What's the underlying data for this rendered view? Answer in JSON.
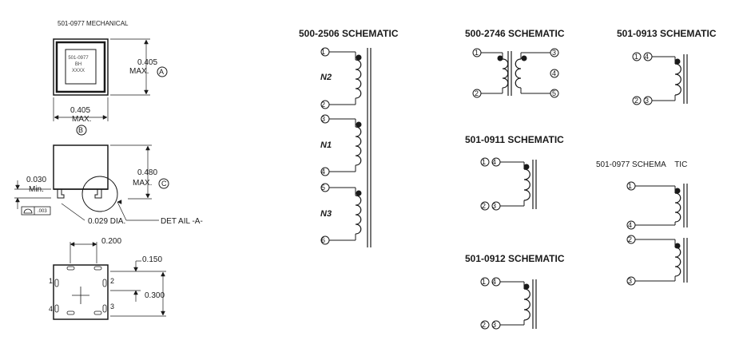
{
  "mechanical": {
    "title": "501-0977 MECHANICAL",
    "chip_line1": "501-0977",
    "chip_line2": "BH",
    "chip_line3": "XXXX",
    "dim_a_value": "0.405",
    "dim_a_label": "MAX.",
    "dim_a_ref": "A",
    "dim_b_value": "0.405",
    "dim_b_label": "MAX.",
    "dim_b_ref": "B",
    "dim_c_value": "0.480",
    "dim_c_label": "MAX.",
    "dim_c_ref": "C",
    "min_value": "0.030",
    "min_label": "Min.",
    "flatness_value": ".003",
    "lead_dia": "0.029 DIA.",
    "detail_label": "DET AIL -A-",
    "pitch_x": "0.200",
    "pitch_y": "0.150",
    "pitch_y2": "0.300",
    "footprint_pins": [
      "1",
      "2",
      "3",
      "4"
    ]
  },
  "schematics": {
    "s_500_2506": {
      "title": "500-2506 SCHEMATIC",
      "pins": [
        "1",
        "2",
        "3",
        "4",
        "5",
        "6"
      ],
      "windings": [
        "N2",
        "N1",
        "N3"
      ]
    },
    "s_500_2746": {
      "title": "500-2746 SCHEMATIC",
      "pins": [
        "1",
        "2",
        "3",
        "4",
        "5"
      ]
    },
    "s_501_0913": {
      "title": "501-0913 SCHEMATIC",
      "pins": [
        "1",
        "4",
        "2",
        "3"
      ]
    },
    "s_501_0911": {
      "title": "501-0911 SCHEMATIC",
      "pins": [
        "1",
        "4",
        "2",
        "3"
      ]
    },
    "s_501_0912": {
      "title": "501-0912 SCHEMATIC",
      "pins": [
        "1",
        "4",
        "2",
        "3"
      ]
    },
    "s_501_0977": {
      "title": "501-0977 SCHEMA    TIC",
      "pins": [
        "1",
        "4",
        "2",
        "3"
      ]
    }
  },
  "colors": {
    "ink": "#1a1a1a",
    "background": "#ffffff"
  }
}
